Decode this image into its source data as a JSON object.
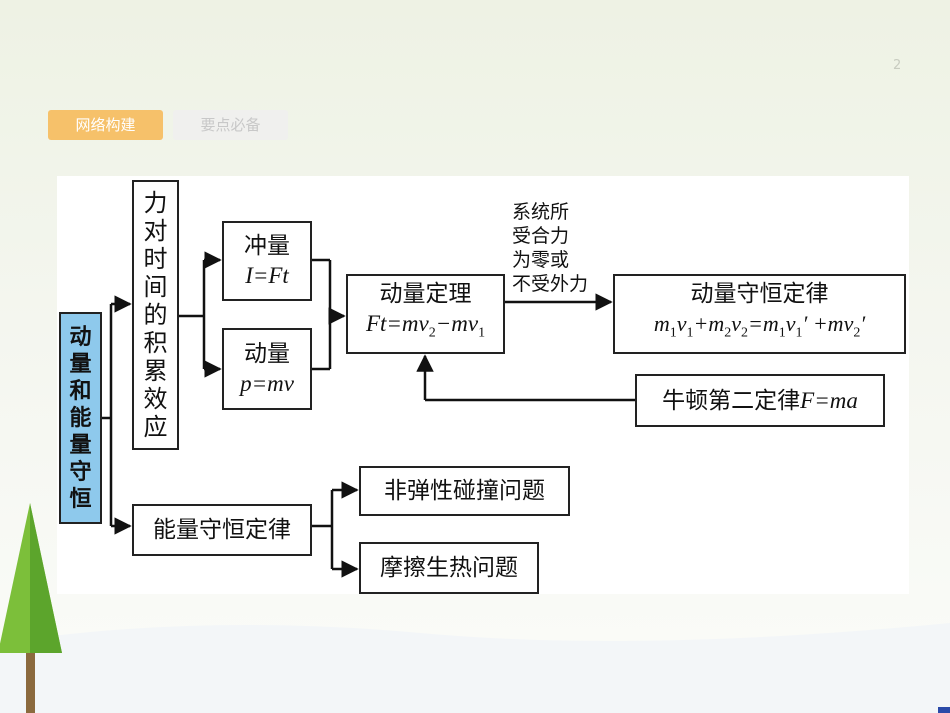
{
  "page_number": "2",
  "tabs": [
    {
      "label": "网络构建",
      "active": true
    },
    {
      "label": "要点必备",
      "active": false
    }
  ],
  "diagram": {
    "root": "动量和能量守恒",
    "effect": "力对时间的积累效应",
    "impulse": {
      "title": "冲量",
      "formula": "I=Ft"
    },
    "momentum": {
      "title": "动量",
      "formula": "p=mv"
    },
    "theorem": {
      "title": "动量定理",
      "formula_a": "Ft=mv",
      "sub_a": "2",
      "formula_b": "−mv",
      "sub_b": "1"
    },
    "condition": [
      "系统所",
      "受合力",
      "为零或",
      "不受外力"
    ],
    "conservation": {
      "title": "动量守恒定律",
      "m1": "m",
      "s1": "1",
      "v1": "v",
      "s2": "1",
      "plus1": "+m",
      "s3": "2",
      "v2": "v",
      "s4": "2",
      "eq": "=m",
      "s5": "1",
      "v1p": "v",
      "s6": "1",
      "p1": "′",
      "plus2": " +m",
      "v2p": "v",
      "s7": "2",
      "p2": "′"
    },
    "newton": {
      "title": "牛顿第二定律",
      "formula": "F=ma"
    },
    "energy": "能量守恒定律",
    "inelastic": "非弹性碰撞问题",
    "friction": "摩擦生热问题"
  },
  "colors": {
    "root_fill": "#8ec9ec",
    "tab_active": "#f6c16a",
    "tab_inactive": "#f0f0ee"
  }
}
